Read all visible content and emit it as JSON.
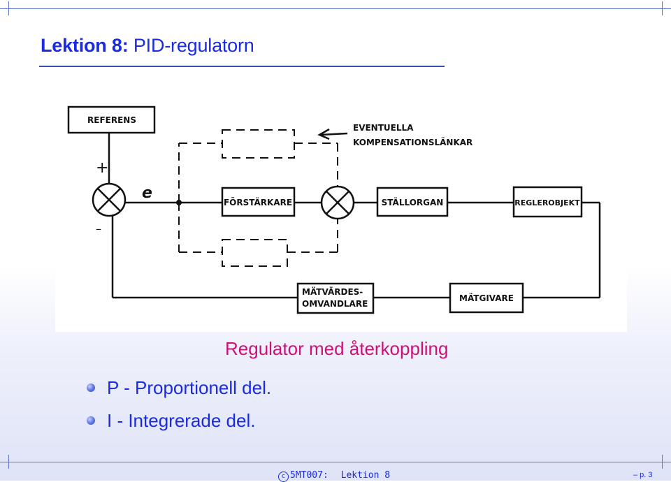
{
  "slide": {
    "title_prefix": "Lektion 8:",
    "title_rest": "PID-regulatorn",
    "caption": "Regulator med återkoppling",
    "bullets": [
      "P - Proportionell del.",
      "I - Integrerade del."
    ],
    "footer_course": "5MT007:",
    "footer_lesson": "Lektion 8",
    "footer_copyright": "c",
    "page": "– p. 3"
  },
  "diagram": {
    "labels": {
      "referens": "REFERENS",
      "plus": "+",
      "minus": "–",
      "error": "e",
      "forstarkare": "FÖRSTÄRKARE",
      "stallorgan": "STÄLLORGAN",
      "reglerobjekt": "REGLEROBJEKT",
      "eventuella": "EVENTUELLA",
      "kompensationslankar": "KOMPENSATIONSLÄNKAR",
      "matvardes_1": "MÄTVÄRDES-",
      "matvardes_2": "OMVANDLARE",
      "matgivare": "MÄTGIVARE"
    }
  },
  "colors": {
    "title": "#1a2be0",
    "caption": "#cc1177",
    "frame": "#5b75c8"
  }
}
